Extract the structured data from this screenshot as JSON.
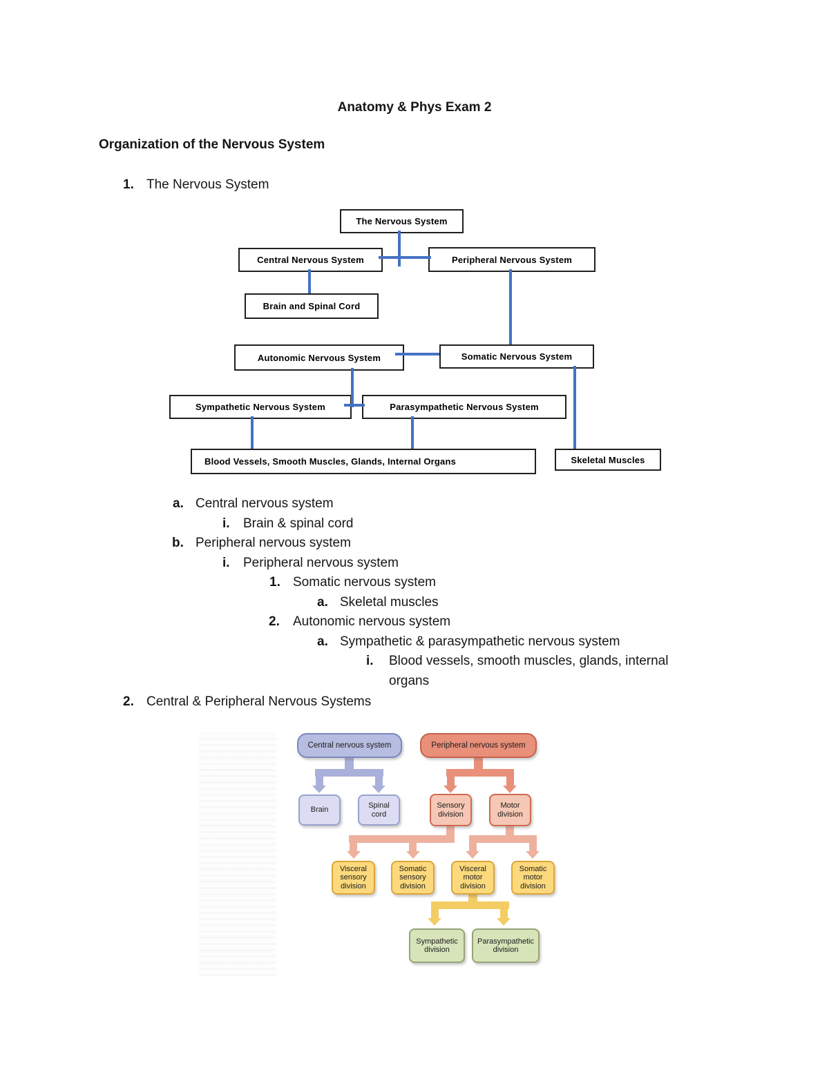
{
  "doc": {
    "title": "Anatomy & Phys Exam 2",
    "heading": "Organization of the Nervous System"
  },
  "outline": {
    "top_item": {
      "marker": "1.",
      "text": "The Nervous System"
    },
    "rows": [
      {
        "marker": "a.",
        "text": "Central nervous system"
      },
      {
        "marker": "i.",
        "text": "Brain & spinal cord"
      },
      {
        "marker": "b.",
        "text": "Peripheral nervous system"
      },
      {
        "marker": "i.",
        "text": "Peripheral nervous system"
      },
      {
        "marker": "1.",
        "text": "Somatic nervous system"
      },
      {
        "marker": "a.",
        "text": "Skeletal muscles"
      },
      {
        "marker": "2.",
        "text": "Autonomic nervous system"
      },
      {
        "marker": "a.",
        "text": "Sympathetic & parasympathetic nervous system"
      },
      {
        "marker": "i.",
        "text": "Blood vessels, smooth muscles, glands, internal"
      },
      {
        "marker": "",
        "text": "organs"
      },
      {
        "marker": "2.",
        "text": "Central & Peripheral Nervous Systems"
      }
    ]
  },
  "diagram1": {
    "line_color": "#4472c4",
    "nodes": {
      "nervous_system": "The Nervous System",
      "central": "Central Nervous System",
      "peripheral": "Peripheral Nervous System",
      "brain_spinal": "Brain and Spinal Cord",
      "autonomic": "Autonomic Nervous System",
      "somatic": "Somatic Nervous System",
      "sympathetic": "Sympathetic Nervous System",
      "parasympathetic": "Parasympathetic Nervous System",
      "effectors": "Blood Vessels, Smooth Muscles, Glands, Internal Organs",
      "skeletal": "Skeletal Muscles"
    }
  },
  "diagram2": {
    "nodes": {
      "cns": "Central nervous system",
      "pns": "Peripheral nervous system",
      "brain": "Brain",
      "spinal": "Spinal cord",
      "sensory": "Sensory division",
      "motor": "Motor division",
      "visceral_sensory": "Visceral sensory division",
      "somatic_sensory": "Somatic sensory division",
      "visceral_motor": "Visceral motor division",
      "somatic_motor": "Somatic motor division",
      "sympathetic": "Sympathetic division",
      "parasympathetic": "Parasympathetic division"
    },
    "colors": {
      "cns_fill": "#b7bde1",
      "cns_border": "#7c87bd",
      "pns_fill": "#e8907a",
      "pns_border": "#c9604a",
      "cns_light_fill": "#dcddf2",
      "cns_light_border": "#99a1cd",
      "pns_light_fill": "#f5c7b4",
      "yellow_fill": "#fcd97c",
      "yellow_border": "#dca538",
      "green_fill": "#d7e4ba",
      "green_border": "#97a376",
      "arrow_lavender": "#a9b0da",
      "arrow_salmon": "#e8907a",
      "arrow_pink": "#edb19e",
      "arrow_gold": "#f3cc63"
    }
  }
}
